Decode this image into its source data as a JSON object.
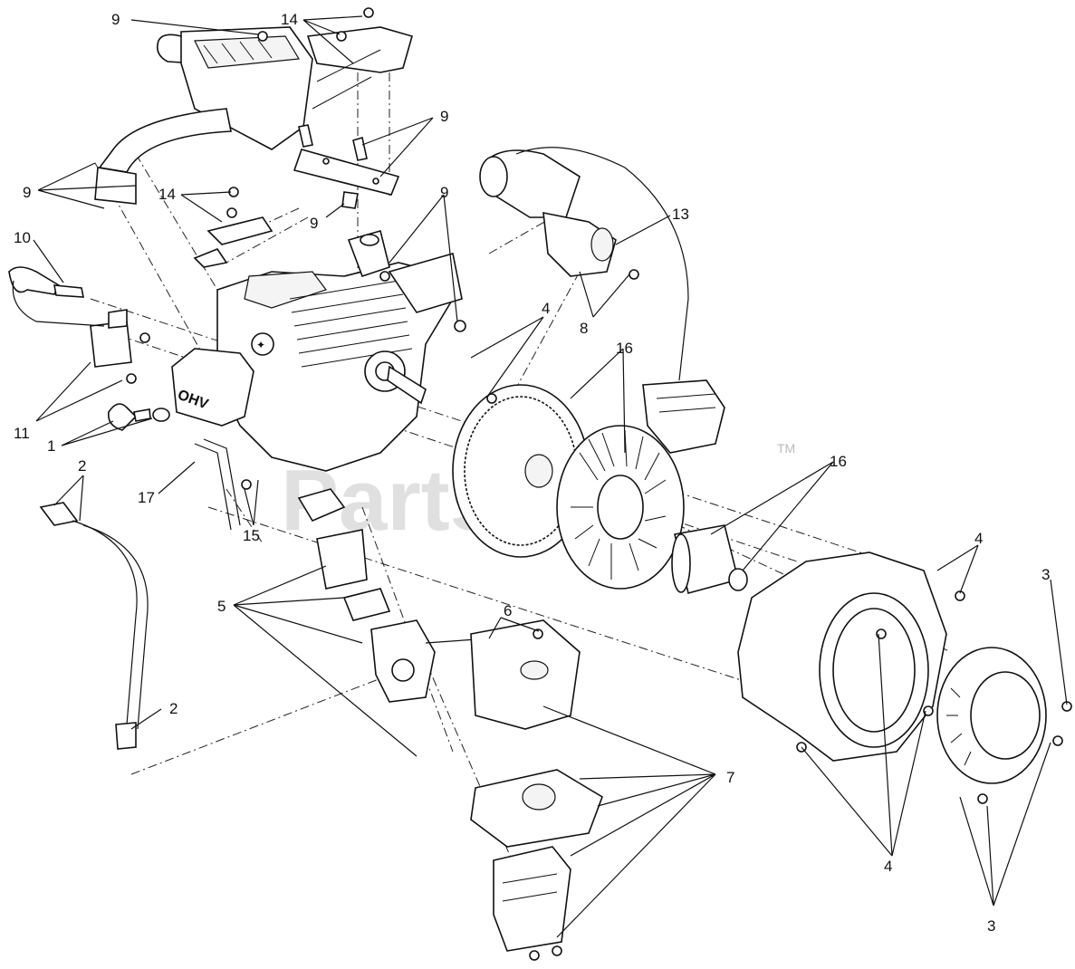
{
  "watermark": {
    "text": "PartsTree",
    "trademark": "TM"
  },
  "callouts": [
    {
      "id": "c-9a",
      "label": "9"
    },
    {
      "id": "c-14a",
      "label": "14"
    },
    {
      "id": "c-9b",
      "label": "9"
    },
    {
      "id": "c-9c",
      "label": "9"
    },
    {
      "id": "c-14b",
      "label": "14"
    },
    {
      "id": "c-9d",
      "label": "9"
    },
    {
      "id": "c-9e",
      "label": "9"
    },
    {
      "id": "c-10",
      "label": "10"
    },
    {
      "id": "c-13",
      "label": "13"
    },
    {
      "id": "c-8",
      "label": "8"
    },
    {
      "id": "c-4a",
      "label": "4"
    },
    {
      "id": "c-16a",
      "label": "16"
    },
    {
      "id": "c-11",
      "label": "11"
    },
    {
      "id": "c-1",
      "label": "1"
    },
    {
      "id": "c-2a",
      "label": "2"
    },
    {
      "id": "c-17",
      "label": "17"
    },
    {
      "id": "c-15",
      "label": "15"
    },
    {
      "id": "c-16b",
      "label": "16"
    },
    {
      "id": "c-4b",
      "label": "4"
    },
    {
      "id": "c-3a",
      "label": "3"
    },
    {
      "id": "c-5",
      "label": "5"
    },
    {
      "id": "c-6",
      "label": "6"
    },
    {
      "id": "c-2b",
      "label": "2"
    },
    {
      "id": "c-7",
      "label": "7"
    },
    {
      "id": "c-4c",
      "label": "4"
    },
    {
      "id": "c-3b",
      "label": "3"
    }
  ]
}
